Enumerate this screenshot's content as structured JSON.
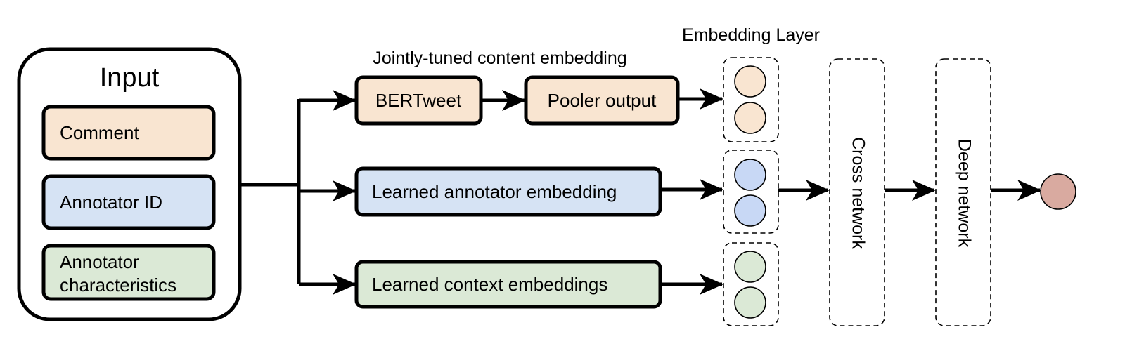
{
  "input_panel": {
    "title": "Input",
    "items": [
      {
        "lines": [
          "Comment"
        ],
        "color": "#f9e5d1"
      },
      {
        "lines": [
          "Annotator ID"
        ],
        "color": "#d6e3f4"
      },
      {
        "lines": [
          "Annotator",
          "characteristics"
        ],
        "color": "#dbe9d6"
      }
    ]
  },
  "content_branch": {
    "heading": "Jointly-tuned content embedding",
    "bertweet_label": "BERTweet",
    "pooler_label": "Pooler output",
    "color": "#f9e5d1"
  },
  "annotator_branch": {
    "label": "Learned annotator embedding",
    "color": "#d6e3f4"
  },
  "context_branch": {
    "label": "Learned context embeddings",
    "color": "#dbe9d6"
  },
  "embedding_layer": {
    "heading": "Embedding Layer",
    "node_colors": [
      "#f9e5d1",
      "#c8d8f5",
      "#dbe9d6"
    ]
  },
  "cross_network": {
    "label": "Cross network"
  },
  "deep_network": {
    "label": "Deep network"
  },
  "output_node": {
    "color": "#d9aaa0"
  }
}
